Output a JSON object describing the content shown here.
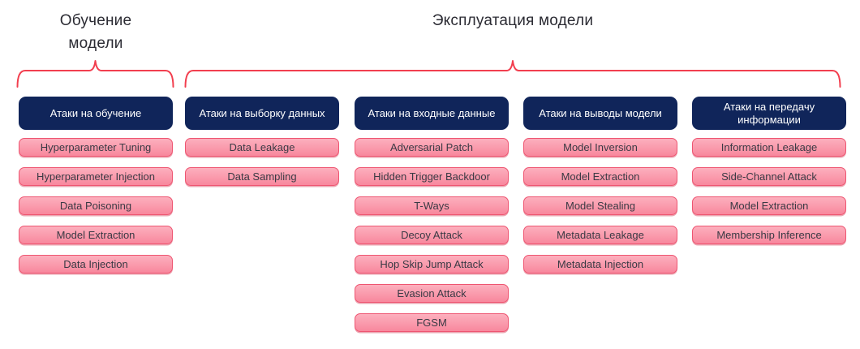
{
  "diagram": {
    "phase_labels": [
      {
        "text": "Обучение модели"
      },
      {
        "text": "Эксплуатация модели"
      }
    ],
    "columns": [
      {
        "header": "Атаки на обучение",
        "items": [
          "Hyperparameter Tuning",
          "Hyperparameter Injection",
          "Data Poisoning",
          "Model Extraction",
          "Data Injection"
        ]
      },
      {
        "header": "Атаки на выборку данных",
        "items": [
          "Data Leakage",
          "Data Sampling"
        ]
      },
      {
        "header": "Атаки на входные данные",
        "items": [
          "Adversarial Patch",
          "Hidden Trigger Backdoor",
          "T-Ways",
          "Decoy Attack",
          "Hop Skip Jump Attack",
          "Evasion Attack",
          "FGSM"
        ]
      },
      {
        "header": "Атаки на выводы модели",
        "items": [
          "Model Inversion",
          "Model Extraction",
          "Model Stealing",
          "Metadata Leakage",
          "Metadata Injection"
        ]
      },
      {
        "header": "Атаки на передачу информации",
        "items": [
          "Information Leakage",
          "Side-Channel Attack",
          "Model Extraction",
          "Membership Inference"
        ]
      }
    ],
    "colors": {
      "header_bg": "#10255a",
      "header_text": "#ffffff",
      "item_bg_top": "#fcb0be",
      "item_bg_bottom": "#f8879d",
      "item_border": "#ee5571",
      "item_text": "#3a3a44",
      "brace": "#f23f4f",
      "label_text": "#2b2b33"
    }
  }
}
